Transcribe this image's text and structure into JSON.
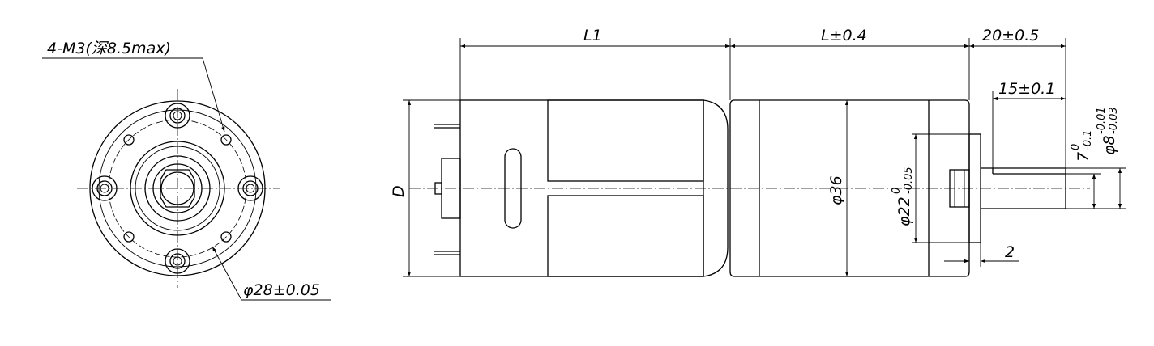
{
  "front_view": {
    "hole_callout": "4-M3(深8.5max)",
    "pcd_callout": "φ28±0.05"
  },
  "side_view": {
    "dim_l1": "L1",
    "dim_l": "L±0.4",
    "dim_shaft_len": "20±0.5",
    "dim_flat_len": "15±0.1",
    "dim_flat": "7",
    "dim_flat_tol_upper": "0",
    "dim_flat_tol_lower": "-0.1",
    "dim_shaft_dia": "φ8",
    "dim_shaft_tol_upper": "-0.01",
    "dim_shaft_tol_lower": "-0.03",
    "dim_d": "D",
    "dim_body_dia": "φ36",
    "dim_boss_dia": "φ22",
    "dim_boss_tol_upper": "0",
    "dim_boss_tol_lower": "-0.05",
    "dim_boss_height": "2"
  }
}
